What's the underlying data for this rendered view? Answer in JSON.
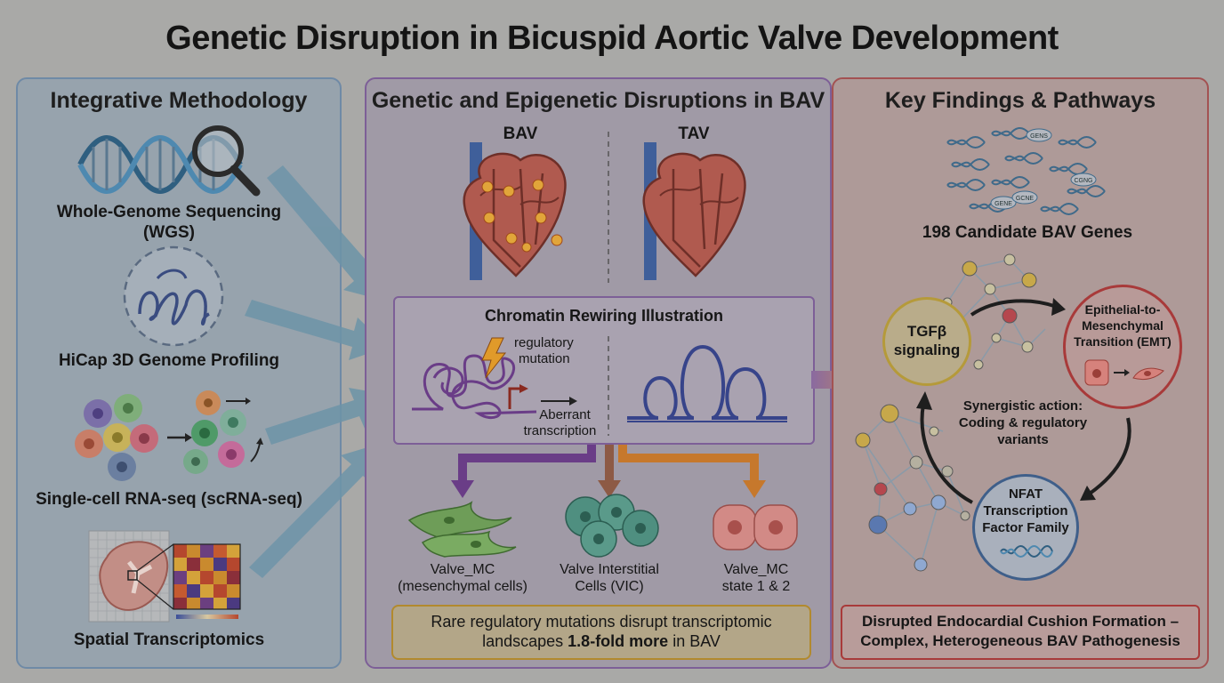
{
  "title": "Genetic Disruption in Bicuspid Aortic Valve Development",
  "methods": {
    "heading": "Integrative Methodology",
    "wgs": "Whole-Genome Sequencing",
    "wgs_abbr": "(WGS)",
    "hicap": "HiCap 3D Genome Profiling",
    "scrna": "Single-cell RNA-seq (scRNA-seq)",
    "spatial": "Spatial Transcriptomics"
  },
  "disruptions": {
    "heading": "Genetic and Epigenetic Disruptions in BAV",
    "bav": "BAV",
    "tav": "TAV",
    "chromatin_title": "Chromatin Rewiring Illustration",
    "regulatory": "regulatory",
    "mutation": "mutation",
    "aberrant": "Aberrant",
    "transcription": "transcription",
    "cell1_line1": "Valve_MC",
    "cell1_line2": "(mesenchymal cells)",
    "cell2_line1": "Valve Interstitial",
    "cell2_line2": "Cells (VIC)",
    "cell3_line1": "Valve_MC",
    "cell3_line2": "state 1 & 2",
    "summary_line1": "Rare regulatory mutations disrupt transcriptomic",
    "summary_pre": "landscapes ",
    "summary_bold": "1.8-fold more",
    "summary_post": " in BAV"
  },
  "findings": {
    "heading": "Key Findings & Pathways",
    "gene_tags": [
      "GENS",
      "GENE",
      "CGNG",
      "GCNE"
    ],
    "candidates": "198 Candidate BAV Genes",
    "tgfb_line1": "TGFβ",
    "tgfb_line2": "signaling",
    "emt_line1": "Epithelial-to-",
    "emt_line2": "Mesenchymal",
    "emt_line3": "Transition (EMT)",
    "synergy_line1": "Synergistic action:",
    "synergy_line2": "Coding & regulatory",
    "synergy_line3": "variants",
    "nfat_line1": "NFAT",
    "nfat_line2": "Transcription",
    "nfat_line3": "Factor Family",
    "conclusion_line1": "Disrupted Endocardial Cushion Formation –",
    "conclusion_line2": "Complex, Heterogeneous BAV Pathogenesis"
  },
  "colors": {
    "left_panel": "#97a3ad",
    "mid_panel": "#a09aa6",
    "right_panel": "#ae9a98",
    "arrow_blue": "#6d94a8",
    "purple": "#6a3d87",
    "brown": "#8d5a45",
    "orange": "#c6782c"
  }
}
